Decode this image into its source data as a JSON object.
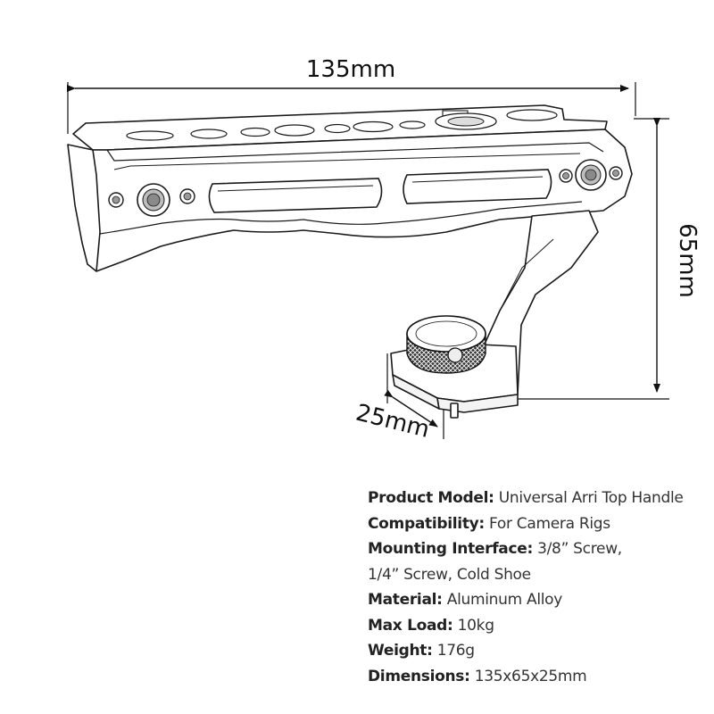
{
  "dimensions": {
    "width": "135mm",
    "height": "65mm",
    "depth": "25mm"
  },
  "specs": [
    {
      "label": "Product Model:",
      "value": "Universal Arri Top Handle"
    },
    {
      "label": "Compatibility:",
      "value": "For Camera Rigs"
    },
    {
      "label": "Mounting Interface:",
      "value": "3/8” Screw,"
    },
    {
      "label": "",
      "value": "1/4” Screw, Cold Shoe"
    },
    {
      "label": "Material:",
      "value": "Aluminum Alloy"
    },
    {
      "label": "Max Load:",
      "value": "10kg"
    },
    {
      "label": "Weight:",
      "value": "176g"
    },
    {
      "label": "Dimensions:",
      "value": "135x65x25mm"
    }
  ]
}
